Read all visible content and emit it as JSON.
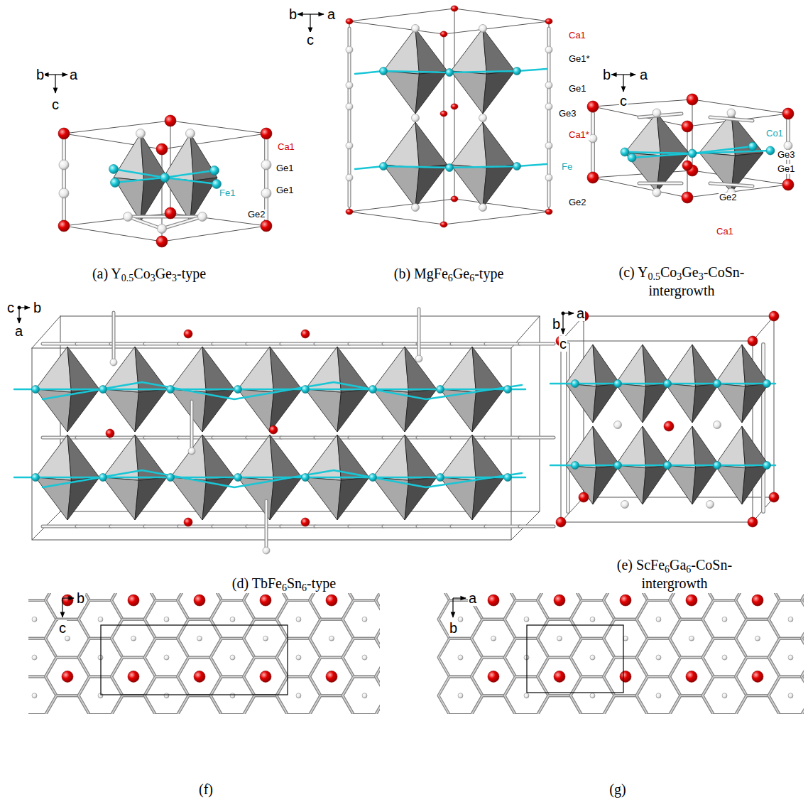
{
  "diagram": {
    "labels": [
      "b",
      "a",
      "c",
      "Ca1",
      "Ge1",
      "Ge1",
      "Fe1",
      "Ge2",
      "(a) Y0.5Co3Ge3-type",
      "b",
      "a",
      "c",
      "Ca1",
      "Ge1*",
      "Ge1",
      "Ge3",
      "Ca1*",
      "Fe",
      "Ge2",
      "(b) MgFe6Ge6-type",
      "b",
      "a",
      "c",
      "Co1",
      "Ge3",
      "Ge1",
      "Ge2",
      "Ca1",
      "(c) Y0.5Co3Ge3-CoSn- intergrowth",
      "c",
      "b",
      "a",
      "(d) TbFe6Sn6-type",
      "a",
      "b",
      "c",
      "(e) ScFe6Ga6-CoSn- intergrowth",
      "b",
      "c",
      "(f)",
      "a",
      "b",
      "(g)"
    ]
  }
}
